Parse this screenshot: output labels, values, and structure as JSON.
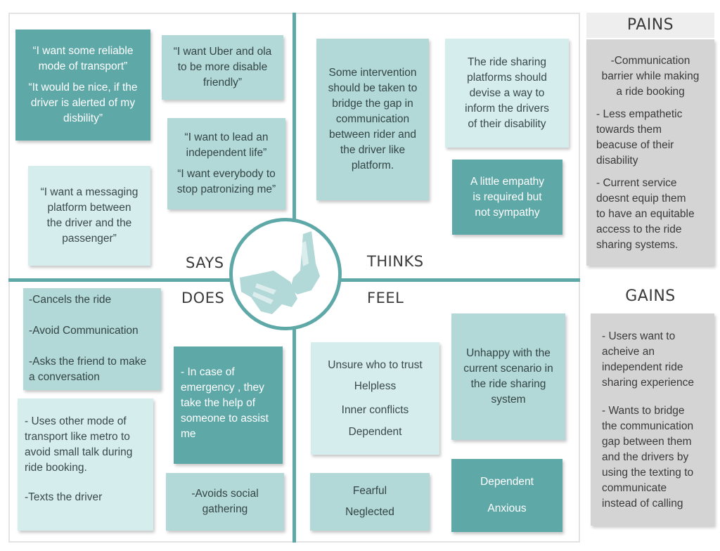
{
  "labels": {
    "says": "SAYS",
    "thinks": "THINKS",
    "does": "DOES",
    "feel": "FEEL"
  },
  "says": {
    "note1": "“I want some reliable\nmode of transport”",
    "note1b": "“It would be nice, if the\ndriver is alerted of my\ndisbility”",
    "note2": "“I want Uber and ola\nto be more disable\nfriendly”",
    "note3": "“I want to lead an\nindependent life”",
    "note3b": "“I want everybody to\nstop patronizing me”",
    "note4": "“I want a messaging\nplatform between\nthe driver and the\npassenger”"
  },
  "thinks": {
    "note1": "Some intervention\nshould be taken to\nbridge the gap in\ncommunication\nbetween rider and\nthe driver like\nplatform.",
    "note2": "The ride sharing\nplatforms should\ndevise a way to\ninform the drivers\nof their disability",
    "note3": "A little empathy\nis required but\nnot sympathy"
  },
  "does": {
    "note1": [
      "-Cancels the ride",
      "-Avoid Communication",
      "-Asks the friend to make\na conversation"
    ],
    "note2": "- In case of\nemergency , they\ntake the help of\nsomeone to assist\nme",
    "note3": [
      "- Uses other mode of\ntransport like metro to\navoid small talk during\nride booking.",
      "-Texts the driver"
    ],
    "note4": "-Avoids  social\ngathering"
  },
  "feel": {
    "note1": [
      "Unsure who to trust",
      "Helpless",
      "Inner conflicts",
      "Dependent"
    ],
    "note2": "Unhappy with the\ncurrent scenario in\nthe ride sharing\nsystem",
    "note3": [
      "Fearful",
      "Neglected"
    ],
    "note4": [
      "Dependent",
      "Anxious"
    ]
  },
  "pains": {
    "title": "PAINS",
    "items": [
      "-Communication\nbarrier while making\na ride booking",
      "- Less empathetic\ntowards them\nbeacuse of their\ndisability",
      "- Current service\ndoesnt equip them\nto have an equitable\naccess to the ride\nsharing systems."
    ]
  },
  "gains": {
    "title": "GAINS",
    "items": [
      "- Users want to\nacheive an\nindependent ride\nsharing experience",
      "- Wants to bridge\nthe communication\ngap between them\nand the drivers by\nusing the texting to\ncommunicate\ninstead of calling"
    ]
  },
  "colors": {
    "teal": "#5fa8a8",
    "mid": "#b2d8d8",
    "light": "#d5eded",
    "panel": "#d4d4d4"
  },
  "icons": {
    "center": "hands-sign-language-icon"
  }
}
